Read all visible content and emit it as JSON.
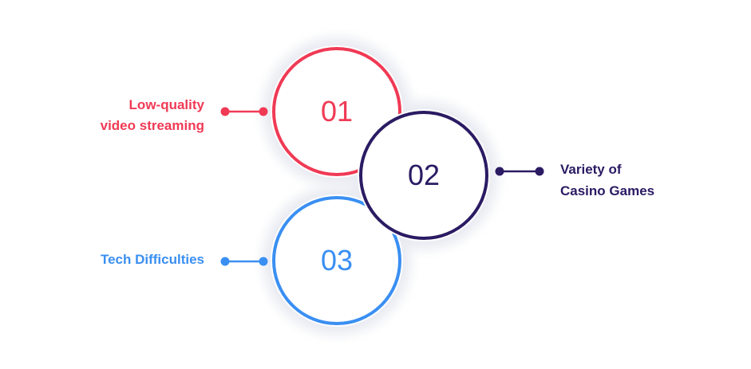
{
  "colors": {
    "red": "#f03a55",
    "navy": "#2b1b63",
    "blue": "#3a8ff2",
    "shadow": "#e9ebf2",
    "background": "#ffffff"
  },
  "items": [
    {
      "number": "01",
      "label_line1": "Low-quality",
      "label_line2": "video streaming",
      "color_key": "red"
    },
    {
      "number": "02",
      "label_line1": "Variety of",
      "label_line2": "Casino Games",
      "color_key": "navy"
    },
    {
      "number": "03",
      "label_line1": "Tech Difficulties",
      "color_key": "blue"
    }
  ]
}
